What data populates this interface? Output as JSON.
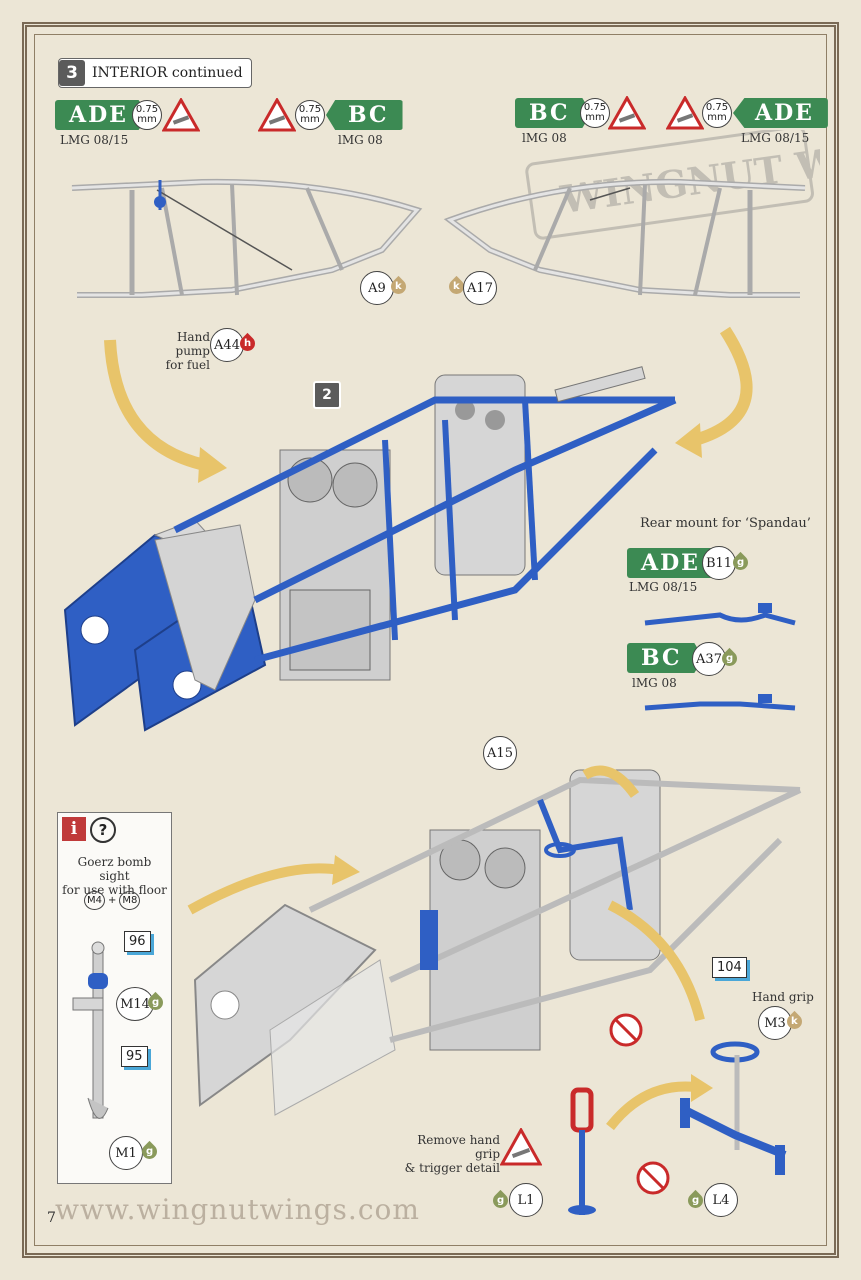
{
  "step": {
    "number": "3",
    "title": "INTERIOR continued",
    "sub_step": "2"
  },
  "tags": {
    "ade": "ADE",
    "bc": "BC"
  },
  "mm": {
    "value": "0.75",
    "unit": "mm"
  },
  "labels": {
    "lmg0815": "LMG 08/15",
    "lmg08": "lMG 08",
    "hand_pump": "Hand pump\nfor fuel",
    "rear_mount": "Rear mount for ‘Spandau’",
    "bombsight": "Goerz bomb sight\nfor use with floor",
    "hand_grip": "Hand grip",
    "remove": "Remove hand grip\n& trigger detail",
    "plus": "+"
  },
  "parts": {
    "a9": "A9",
    "a17": "A17",
    "a44": "A44",
    "b11": "B11",
    "a37": "A37",
    "a15": "A15",
    "m14": "M14",
    "m1": "M1",
    "m3": "M3",
    "l1": "L1",
    "l4": "L4",
    "m4": "M4",
    "m8": "M8"
  },
  "paint": {
    "k": "k",
    "h": "h",
    "g": "g"
  },
  "numbers": {
    "n96": "96",
    "n95": "95",
    "n104": "104"
  },
  "info": {
    "i": "i",
    "q": "?"
  },
  "page_number": "7",
  "url": "www.wingnutwings.com",
  "colors": {
    "green": "#3c8a53",
    "blue": "#2f5fc4",
    "grey": "#c9c9c9",
    "arrow": "#e8c46a",
    "red": "#c92a2a"
  }
}
